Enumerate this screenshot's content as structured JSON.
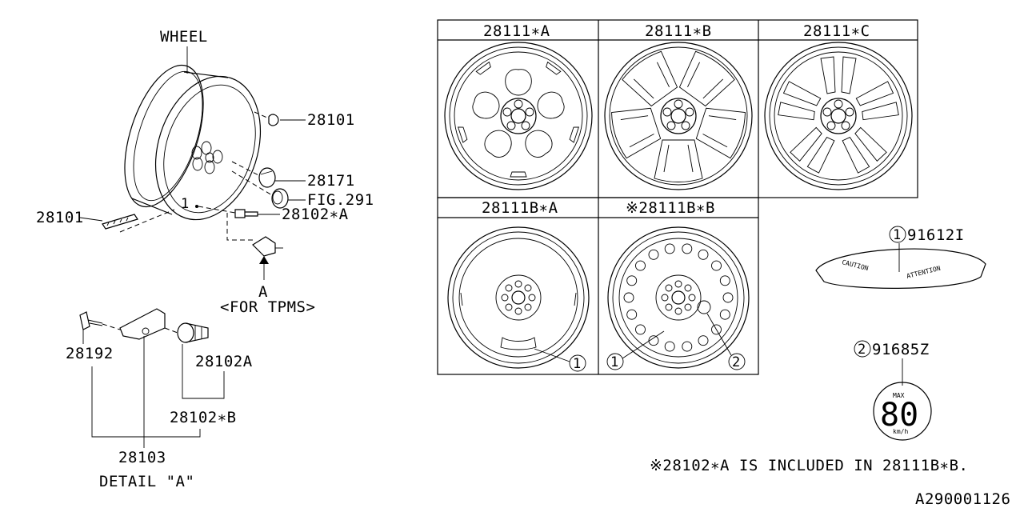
{
  "left": {
    "wheel_label": "WHEEL",
    "labels": {
      "valve_cap": "28101",
      "center_cap": "28171",
      "fig_ref": "FIG.291",
      "weight": "28101",
      "valve_a": "28102∗A",
      "arrow_a": "A",
      "tpms": "<FOR TPMS>"
    },
    "marker_1": "1"
  },
  "detail": {
    "labels": {
      "p28192": "28192",
      "p28102A": "28102A",
      "p28102B": "28102∗B",
      "p28103": "28103"
    },
    "title": "DETAIL \"A\""
  },
  "grid": {
    "headers": [
      "28111∗A",
      "28111∗B",
      "28111∗C",
      "28111B∗A",
      "※28111B∗B"
    ],
    "callouts": {
      "c1a": "1",
      "c1b": "1",
      "c2": "2"
    }
  },
  "labels": {
    "caution": {
      "number": "1",
      "part": "91612I",
      "text1": "CAUTION",
      "text2": "ATTENTION"
    },
    "speed": {
      "number": "2",
      "part": "91685Z",
      "max": "MAX",
      "value": "80",
      "unit": "km/h"
    }
  },
  "footnote": "※28102∗A IS INCLUDED IN 28111B∗B.",
  "diagram_id": "A290001126"
}
